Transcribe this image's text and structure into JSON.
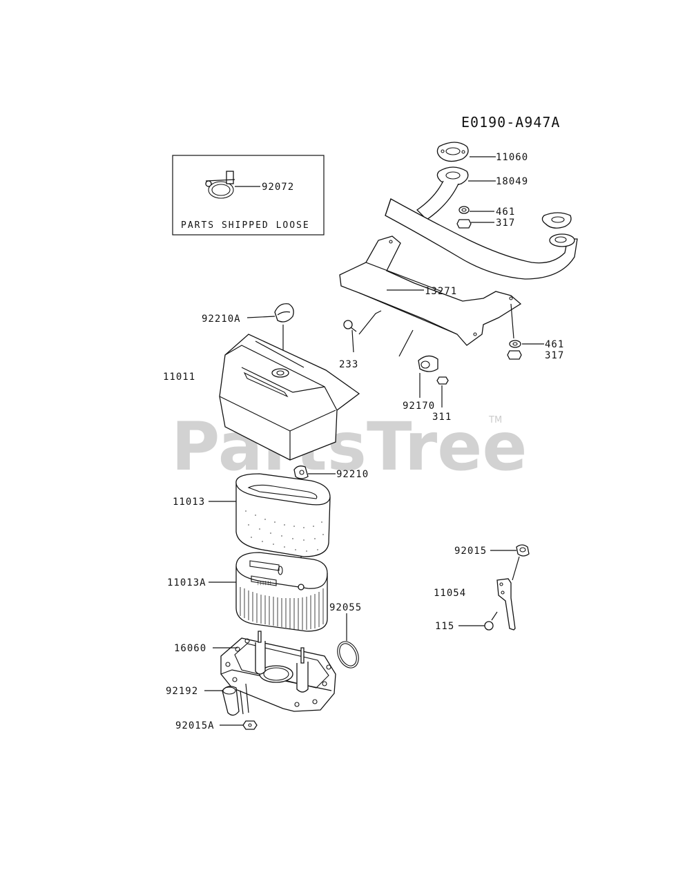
{
  "diagram_code": "E0190-A947A",
  "loose_parts_box": {
    "caption": "PARTS SHIPPED LOOSE",
    "part": "92072"
  },
  "watermark": {
    "text": "PartsTree",
    "trademark": "TM"
  },
  "callouts": {
    "p11060": "11060",
    "p18049": "18049",
    "p461a": "461",
    "p317a": "317",
    "p13271": "13271",
    "p461b": "461",
    "p317b": "317",
    "p92210A": "92210A",
    "p233": "233",
    "p11011": "11011",
    "p92170": "92170",
    "p311": "311",
    "p92210": "92210",
    "p11013": "11013",
    "p11013A": "11013A",
    "p92055": "92055",
    "p16060": "16060",
    "p92192": "92192",
    "p92015A": "92015A",
    "p92015": "92015",
    "p11054": "11054",
    "p115": "115"
  }
}
